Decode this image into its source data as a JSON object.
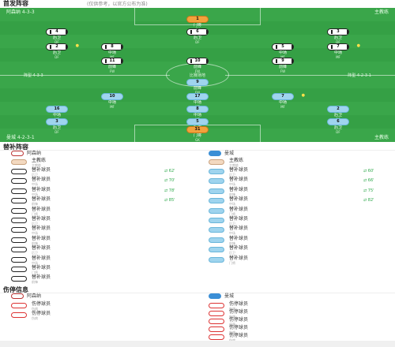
{
  "header": {
    "title": "首发阵容",
    "subtitle": "(仅供参考，以官方公布为准)"
  },
  "pitch": {
    "home_team": "阿森纳 4-3-3",
    "away_team": "曼城 4-2-3-1",
    "home_coach": "主教练",
    "away_coach": "主教练",
    "center_label": "比赛场地",
    "info_left": "阵型 4-3-3",
    "info_right": "阵型 4-2-3-1",
    "home_players": [
      {
        "num": "1",
        "name": "门将",
        "sub": "GK",
        "row": 0,
        "col": 2,
        "gk": true,
        "evt": ""
      },
      {
        "num": "4",
        "name": "后卫",
        "sub": "DF",
        "row": 1,
        "col": 0,
        "evt": ""
      },
      {
        "num": "6",
        "name": "后卫",
        "sub": "DF",
        "row": 1,
        "col": 2,
        "evt": ""
      },
      {
        "num": "3",
        "name": "后卫",
        "sub": "DF",
        "row": 1,
        "col": 4,
        "evt": ""
      },
      {
        "num": "2",
        "name": "后卫",
        "sub": "DF",
        "row": 2,
        "col": 0,
        "evt": "●"
      },
      {
        "num": "8",
        "name": "中场",
        "sub": "MF",
        "row": 2,
        "col": 1,
        "evt": ""
      },
      {
        "num": "5",
        "name": "中场",
        "sub": "MF",
        "row": 2,
        "col": 3,
        "evt": ""
      },
      {
        "num": "7",
        "name": "中场",
        "sub": "MF",
        "row": 2,
        "col": 4,
        "evt": "●"
      },
      {
        "num": "11",
        "name": "前锋",
        "sub": "FW",
        "row": 3,
        "col": 1,
        "evt": ""
      },
      {
        "num": "9",
        "name": "前锋",
        "sub": "FW",
        "row": 3,
        "col": 3,
        "evt": ""
      },
      {
        "num": "10",
        "name": "前锋",
        "sub": "FW",
        "row": 3,
        "col": 2,
        "evt": ""
      }
    ],
    "away_players": [
      {
        "num": "9",
        "name": "前锋",
        "sub": "FW",
        "row": 4,
        "col": 2,
        "evt": ""
      },
      {
        "num": "10",
        "name": "中场",
        "sub": "MF",
        "row": 5,
        "col": 1,
        "evt": ""
      },
      {
        "num": "17",
        "name": "中场",
        "sub": "MF",
        "row": 5,
        "col": 2,
        "evt": ""
      },
      {
        "num": "7",
        "name": "中场",
        "sub": "MF",
        "row": 5,
        "col": 3,
        "evt": "●"
      },
      {
        "num": "16",
        "name": "中场",
        "sub": "MF",
        "row": 6,
        "col": 0,
        "evt": ""
      },
      {
        "num": "8",
        "name": "中场",
        "sub": "MF",
        "row": 6,
        "col": 2,
        "evt": ""
      },
      {
        "num": "2",
        "name": "后卫",
        "sub": "DF",
        "row": 6,
        "col": 4,
        "evt": ""
      },
      {
        "num": "3",
        "name": "后卫",
        "sub": "DF",
        "row": 7,
        "col": 0,
        "evt": ""
      },
      {
        "num": "5",
        "name": "后卫",
        "sub": "DF",
        "row": 7,
        "col": 2,
        "evt": ""
      },
      {
        "num": "6",
        "name": "后卫",
        "sub": "DF",
        "row": 7,
        "col": 4,
        "evt": ""
      },
      {
        "num": "31",
        "name": "门将",
        "sub": "GK",
        "row": 8,
        "col": 2,
        "gk": true,
        "evt": ""
      }
    ]
  },
  "subs": {
    "title": "替补阵容",
    "home_label": "阿森纳",
    "away_label": "曼城",
    "home_coach": {
      "name": "主教练",
      "role": "主教练"
    },
    "away_coach": {
      "name": "主教练",
      "role": "主教练"
    },
    "home": [
      {
        "name": "替补球员",
        "role": "后卫",
        "time": "⇄ 62'"
      },
      {
        "name": "替补球员",
        "role": "中场",
        "time": "⇄ 70'"
      },
      {
        "name": "替补球员",
        "role": "中场",
        "time": "⇄ 78'"
      },
      {
        "name": "替补球员",
        "role": "前锋",
        "time": "⇄ 85'"
      },
      {
        "name": "替补球员",
        "role": "门将",
        "time": ""
      },
      {
        "name": "替补球员",
        "role": "后卫",
        "time": ""
      },
      {
        "name": "替补球员",
        "role": "中场",
        "time": ""
      },
      {
        "name": "替补球员",
        "role": "前锋",
        "time": ""
      },
      {
        "name": "替补球员",
        "role": "后卫",
        "time": ""
      },
      {
        "name": "替补球员",
        "role": "中场",
        "time": ""
      },
      {
        "name": "替补球员",
        "role": "门将",
        "time": ""
      },
      {
        "name": "替补球员",
        "role": "前锋",
        "time": ""
      }
    ],
    "away": [
      {
        "name": "替补球员",
        "role": "后卫",
        "time": "⇄ 60'"
      },
      {
        "name": "替补球员",
        "role": "中场",
        "time": "⇄ 66'"
      },
      {
        "name": "替补球员",
        "role": "前锋",
        "time": "⇄ 75'"
      },
      {
        "name": "替补球员",
        "role": "中场",
        "time": "⇄ 82'"
      },
      {
        "name": "替补球员",
        "role": "门将",
        "time": ""
      },
      {
        "name": "替补球员",
        "role": "后卫",
        "time": ""
      },
      {
        "name": "替补球员",
        "role": "中场",
        "time": ""
      },
      {
        "name": "替补球员",
        "role": "前锋",
        "time": ""
      },
      {
        "name": "替补球员",
        "role": "后卫",
        "time": ""
      },
      {
        "name": "替补球员",
        "role": "门将",
        "time": ""
      }
    ]
  },
  "staff": {
    "title": "伤停信息",
    "home_label": "阿森纳",
    "away_label": "曼城",
    "home": [
      {
        "name": "伤停球员",
        "role": "伤病"
      },
      {
        "name": "伤停球员",
        "role": "伤病"
      }
    ],
    "away": [
      {
        "name": "伤停球员",
        "role": "伤病"
      },
      {
        "name": "伤停球员",
        "role": "伤病"
      },
      {
        "name": "伤停球员",
        "role": "停赛"
      },
      {
        "name": "伤停球员",
        "role": "伤病"
      },
      {
        "name": "伤停球员",
        "role": "伤病"
      }
    ]
  }
}
